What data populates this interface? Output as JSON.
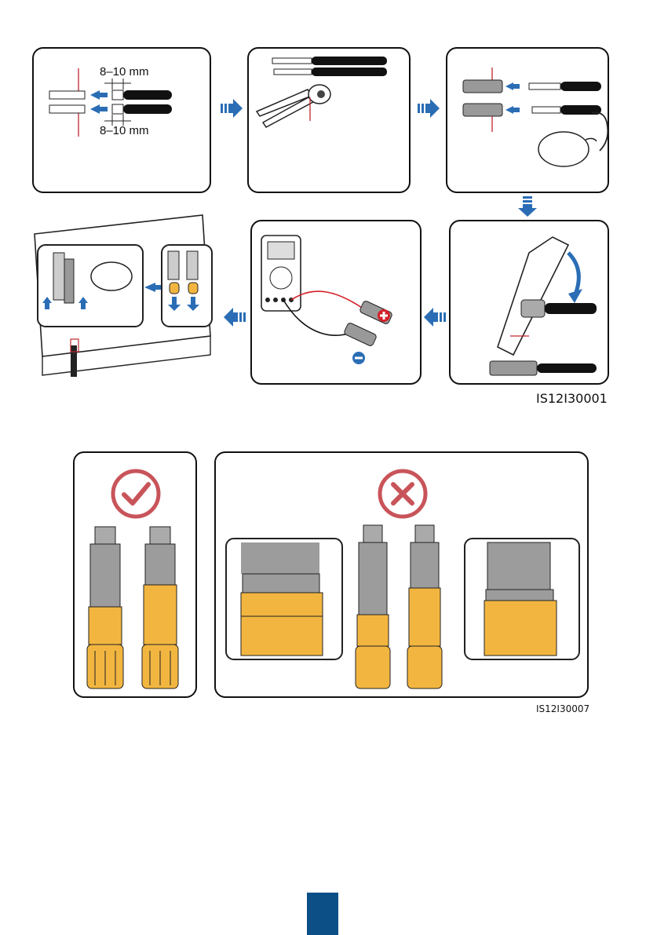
{
  "figure1": {
    "id_label": "IS12I30001",
    "step1": {
      "dim_top": "8–10 mm",
      "dim_bottom": "8–10 mm"
    }
  },
  "figure2": {
    "id_label": "IS12I30007",
    "correct_icon": "check-circle-icon",
    "wrong_icon": "x-circle-icon"
  },
  "colors": {
    "accent_blue": "#2a6db5",
    "terminal_yellow": "#f2b640",
    "page_tab": "#0b4f86",
    "mark_red": "#c8545a"
  }
}
